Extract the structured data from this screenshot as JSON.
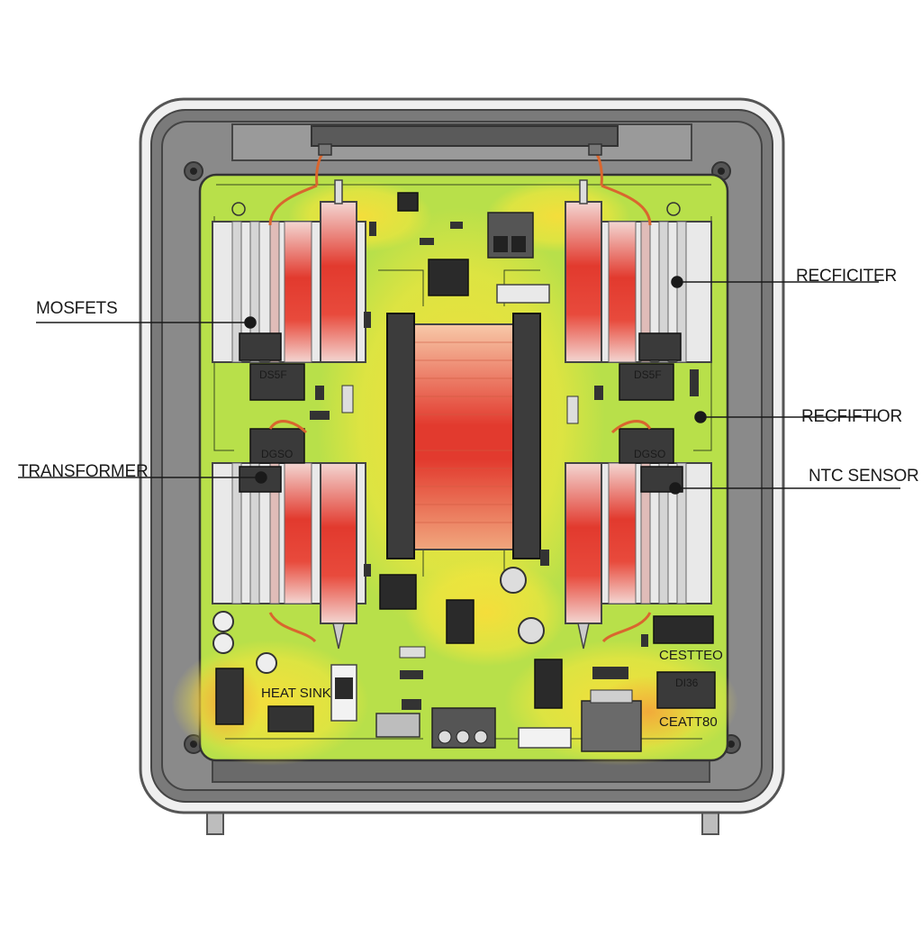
{
  "callouts": {
    "mosfets": "MOSFETS",
    "transformer": "TRANSFORMER",
    "rectifier_top": "RECFICITER",
    "rectifier_mid": "RECFIFTIOR",
    "ntc_sensor": "NTC SENSOR"
  },
  "board_labels": {
    "heat_sink": "HEAT SINK",
    "cap_top": "CESTTEO",
    "cap_bottom": "CEATT80",
    "chip_small": "DI36",
    "tag_upper_left": "DS5F",
    "tag_upper_right": "DS5F",
    "tag_lower_left": "DGSO",
    "tag_lower_right": "DGSO"
  },
  "colors": {
    "enclosure_outer": "#d9d9d9",
    "enclosure_inner": "#6e6e6e",
    "pcb_base": "#b8e04a",
    "heat_yellow": "#f5e63c",
    "heat_orange": "#f2a43a",
    "heat_red": "#e23a2e",
    "heatsink_fin": "#e9e9e9",
    "copper_wire": "#d9662e"
  }
}
